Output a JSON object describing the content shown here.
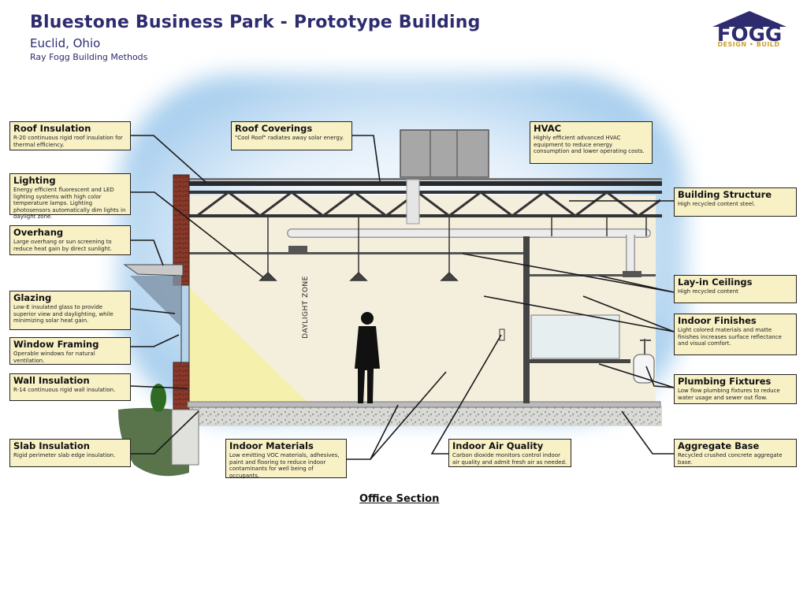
{
  "header": {
    "title": "Bluestone Business Park - Prototype Building",
    "location": "Euclid, Ohio",
    "company": "Ray Fogg Building Methods"
  },
  "logo": {
    "word": "FOGG",
    "tagline": "DESIGN • BUILD"
  },
  "colors": {
    "title": "#2e2c6e",
    "callout_fill": "#f8f1c6",
    "sky": "#bcdcf5",
    "interior": "#f4efdd",
    "logo_blue": "#2e2c6e",
    "logo_gold": "#c9a233"
  },
  "diagram_labels": {
    "daylight_zone": "DAYLIGHT ZONE"
  },
  "caption": "Office Section",
  "callouts": [
    {
      "id": "roof-insulation",
      "title": "Roof Insulation",
      "text": "R-20 continuous rigid roof insulation for thermal efficiency."
    },
    {
      "id": "roof-coverings",
      "title": "Roof Coverings",
      "text": "\"Cool Roof\" radiates away solar energy."
    },
    {
      "id": "hvac",
      "title": "HVAC",
      "text": "Highly efficient advanced HVAC equipment to reduce energy consumption and lower operating costs."
    },
    {
      "id": "lighting",
      "title": "Lighting",
      "text": "Energy efficient fluorescent and LED lighting systems with high color temperature lamps. Lighting photosensors automatically dim lights in daylight zone."
    },
    {
      "id": "building-structure",
      "title": "Building Structure",
      "text": "High recycled content steel."
    },
    {
      "id": "overhang",
      "title": "Overhang",
      "text": "Large overhang or sun screening to reduce heat gain by direct sunlight."
    },
    {
      "id": "lay-in-ceilings",
      "title": "Lay-in Ceilings",
      "text": "High recycled content"
    },
    {
      "id": "glazing",
      "title": "Glazing",
      "text": "Low-E insulated glass to provide superior view and daylighting, while minimizing solar heat gain."
    },
    {
      "id": "indoor-finishes",
      "title": "Indoor Finishes",
      "text": "Light colored materials and matte finishes increases surface reflectance and visual comfort."
    },
    {
      "id": "window-framing",
      "title": "Window Framing",
      "text": "Operable windows for natural ventilation."
    },
    {
      "id": "plumbing-fixtures",
      "title": "Plumbing Fixtures",
      "text": "Low flow plumbing fixtures to reduce water usage and sewer out flow."
    },
    {
      "id": "wall-insulation",
      "title": "Wall Insulation",
      "text": "R-14 continuous rigid wall insulation."
    },
    {
      "id": "slab-insulation",
      "title": "Slab Insulation",
      "text": "Rigid perimeter slab edge insulation."
    },
    {
      "id": "indoor-materials",
      "title": "Indoor Materials",
      "text": "Low emitting VOC materials, adhesives, paint and flooring to reduce indoor contaminants for well being of occupants."
    },
    {
      "id": "indoor-air-quality",
      "title": "Indoor Air Quality",
      "text": "Carbon dioxide monitors control indoor air quality and admit fresh air as needed."
    },
    {
      "id": "aggregate-base",
      "title": "Aggregate Base",
      "text": "Recycled crushed concrete aggregate base."
    }
  ]
}
